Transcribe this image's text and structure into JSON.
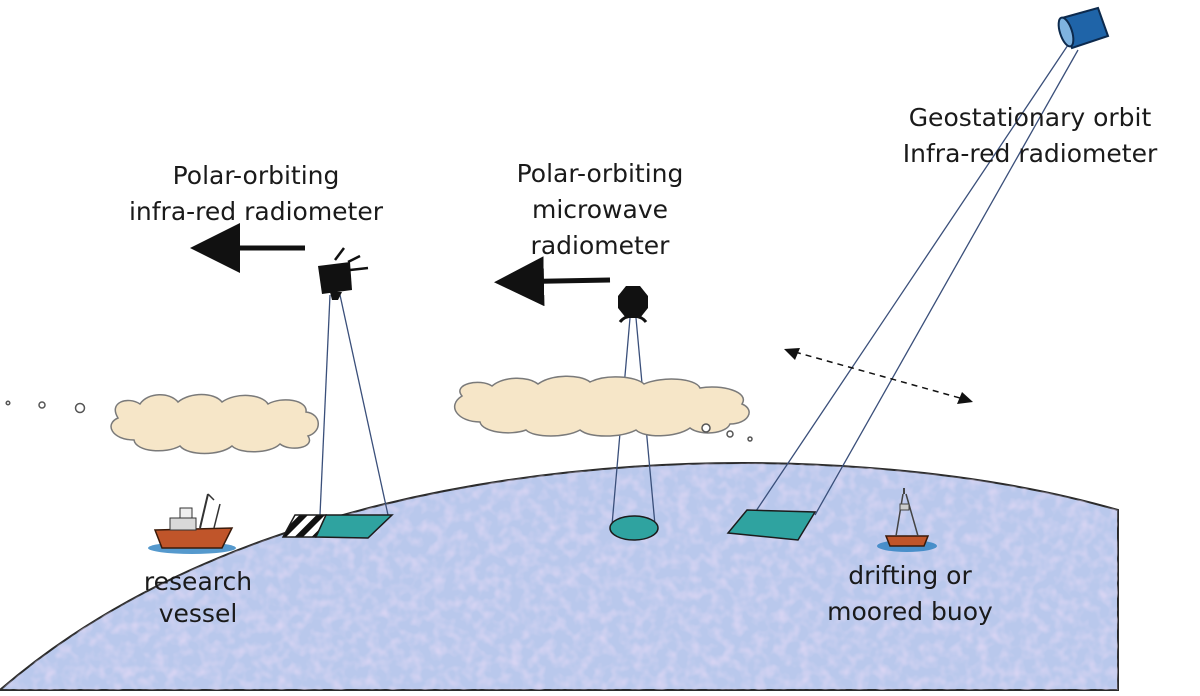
{
  "labels": {
    "geo_line1": "Geostationary orbit",
    "geo_line2": "Infra-red radiometer",
    "polar_ir_line1": "Polar-orbiting",
    "polar_ir_line2": "infra-red radiometer",
    "polar_mw_line1": "Polar-orbiting",
    "polar_mw_line2": "microwave",
    "polar_mw_line3": "radiometer",
    "vessel_line1": "research",
    "vessel_line2": "vessel",
    "buoy_line1": "drifting or",
    "buoy_line2": "moored buoy"
  },
  "colors": {
    "ocean": "#b9c8ec",
    "cloud": "#f6e6c8",
    "footprint": "#2fa3a0",
    "satellite": "#111111",
    "geo_satellite": "#1f64a8"
  }
}
